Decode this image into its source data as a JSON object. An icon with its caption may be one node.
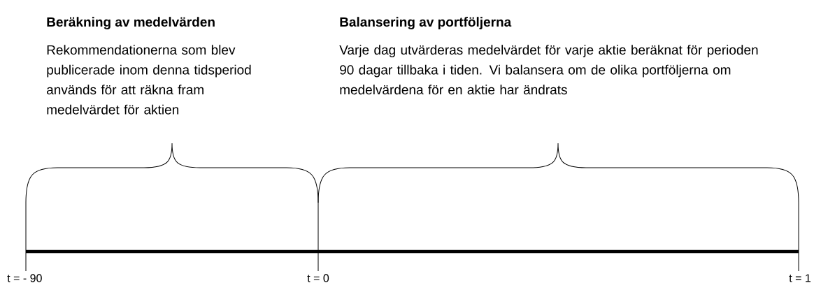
{
  "diagram": {
    "labels": [
      "Beräkning av medelvärden",
      "Balansering av portföljerna",
      "Rekommendationerna som blev publicerade inom denna tidsperiod används för att räkna fram medelvärdet för aktien",
      "Varje dag utvärderas medelvärdet för varje aktie beräknat för perioden 90 dagar tillbaka i tiden. Vi balansera om de olika portföljerna om medelvärdena för en aktie har ändrats",
      "t = - 90",
      "t = 0",
      "t = 1"
    ]
  }
}
